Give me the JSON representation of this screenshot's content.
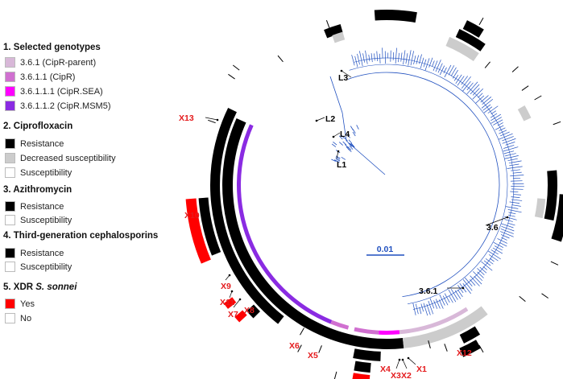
{
  "legend": {
    "sections": [
      {
        "title": "1. Selected genotypes",
        "items": [
          {
            "label": "3.6.1 (CipR-parent)",
            "color": "#d8b8d8"
          },
          {
            "label": "3.6.1.1 (CipR)",
            "color": "#d070d0"
          },
          {
            "label": "3.6.1.1.1 (CipR.SEA)",
            "color": "#ff00ff"
          },
          {
            "label": "3.6.1.1.2 (CipR.MSM5)",
            "color": "#8a2be2"
          }
        ]
      },
      {
        "title": "2. Ciprofloxacin",
        "items": [
          {
            "label": "Resistance",
            "color": "#000000"
          },
          {
            "label": "Decreased susceptibility",
            "color": "#cccccc"
          },
          {
            "label": "Susceptibility",
            "color": "#ffffff"
          }
        ]
      },
      {
        "title": "3. Azithromycin",
        "items": [
          {
            "label": "Resistance",
            "color": "#000000"
          },
          {
            "label": "Susceptibility",
            "color": "#ffffff"
          }
        ]
      },
      {
        "title": "4. Third-generation cephalosporins",
        "items": [
          {
            "label": "Resistance",
            "color": "#000000"
          },
          {
            "label": "Susceptibility",
            "color": "#ffffff"
          }
        ]
      },
      {
        "title_prefix": "5. XDR ",
        "title_italic": "S. sonnei",
        "items": [
          {
            "label": "Yes",
            "color": "#ff0000"
          },
          {
            "label": "No",
            "color": "#ffffff"
          }
        ]
      }
    ]
  },
  "tree": {
    "branch_color": "#1f4fbf",
    "lineage_labels": [
      "L1",
      "L2",
      "L3",
      "L4"
    ],
    "clade_labels": [
      "3.6",
      "3.6.1"
    ],
    "scale_bar": "0.01"
  },
  "isolate_labels": [
    "X1",
    "X2",
    "X3",
    "X4",
    "X5",
    "X6",
    "X7",
    "X8",
    "X9",
    "X10",
    "X11",
    "X12",
    "X13"
  ],
  "colors": {
    "xdr": "#ff0000",
    "resistance": "#000000",
    "decreased": "#cccccc"
  }
}
